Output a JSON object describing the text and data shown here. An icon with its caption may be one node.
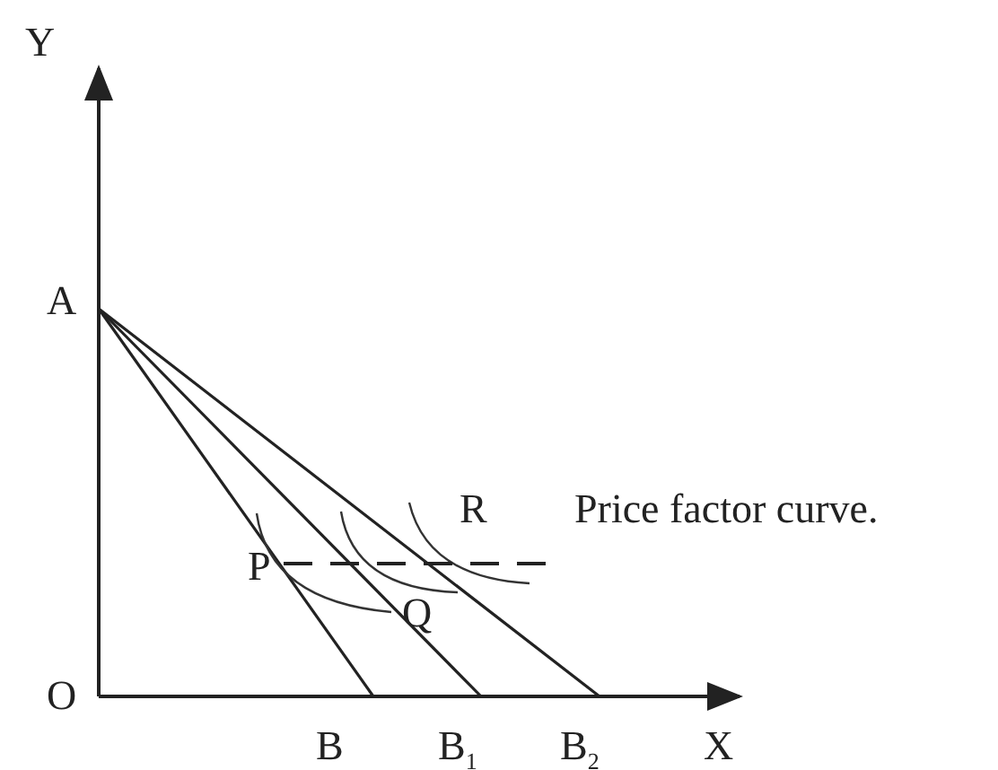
{
  "diagram": {
    "labels": [
      "Y",
      "A",
      "R",
      "Price factor curve.",
      "P",
      "Q",
      "O",
      "B",
      "B$_{1}$",
      "B$_{2}$",
      "X"
    ]
  }
}
